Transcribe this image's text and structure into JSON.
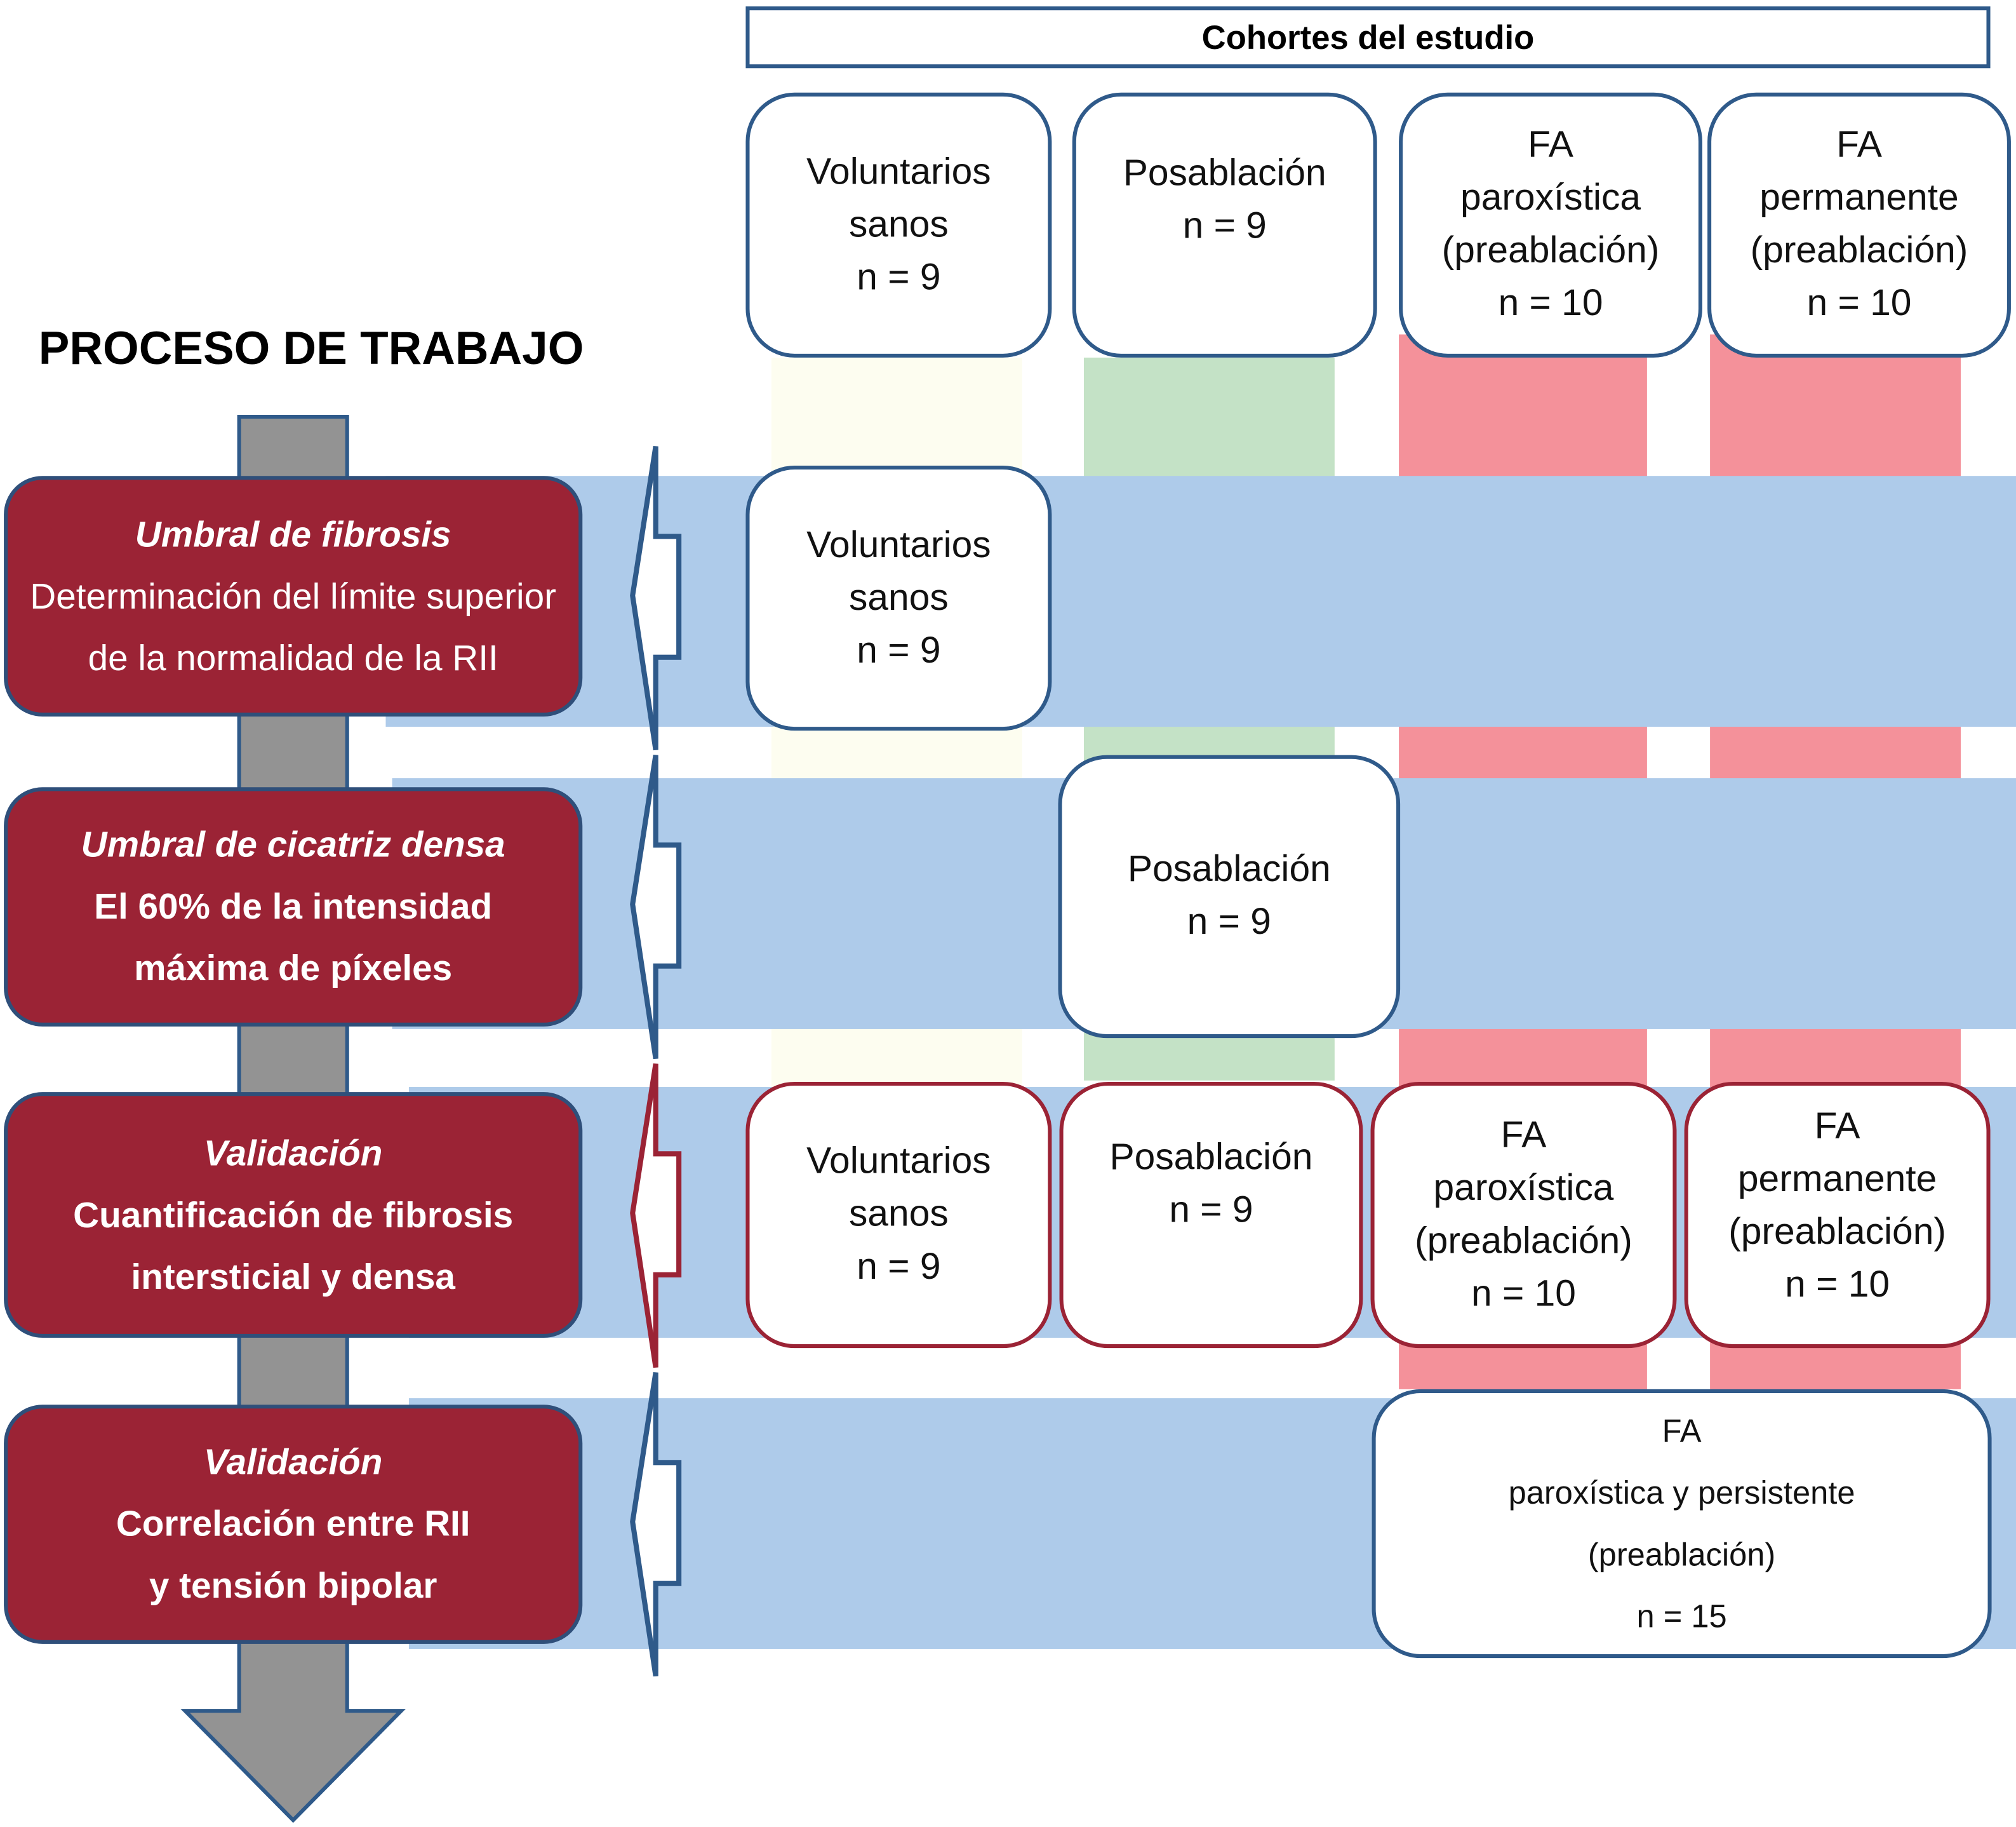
{
  "header": {
    "title": "Cohortes del estudio"
  },
  "process_title": "PROCESO DE TRABAJO",
  "cohorts": [
    {
      "lines": [
        "Voluntarios",
        "sanos",
        "n = 9"
      ]
    },
    {
      "lines": [
        "Posablación",
        "n = 9"
      ]
    },
    {
      "lines": [
        "FA",
        "paroxística",
        "(preablación)",
        "n = 10"
      ]
    },
    {
      "lines": [
        "FA",
        "permanente",
        "(preablación)",
        "n = 10"
      ]
    }
  ],
  "steps": [
    {
      "title": "Umbral de fibrosis",
      "lines": [
        "Determinación del límite superior",
        "de la normalidad de la RII"
      ],
      "bold": false,
      "boxes": [
        {
          "lines": [
            "Voluntarios",
            "sanos",
            "n = 9"
          ]
        }
      ]
    },
    {
      "title": "Umbral de cicatriz densa",
      "lines": [
        "El 60% de la intensidad",
        "máxima de píxeles"
      ],
      "bold": true,
      "boxes": [
        {
          "lines": [
            "Posablación",
            "n = 9"
          ]
        }
      ]
    },
    {
      "title": "Validación",
      "lines": [
        "Cuantificación de fibrosis",
        "intersticial y densa"
      ],
      "bold": true,
      "boxes": [
        {
          "lines": [
            "Voluntarios",
            "sanos",
            "n = 9"
          ]
        },
        {
          "lines": [
            "Posablación",
            "n = 9"
          ]
        },
        {
          "lines": [
            "FA",
            "paroxística",
            "(preablación)",
            "n = 10"
          ]
        },
        {
          "lines": [
            "FA",
            "permanente",
            "(preablación)",
            "n = 10"
          ]
        }
      ]
    },
    {
      "title": "Validación",
      "lines": [
        "Correlación entre RII",
        "y tensión bipolar"
      ],
      "bold": true,
      "boxes": [
        {
          "lines": [
            "FA",
            "paroxística y persistente",
            "(preablación)",
            "n = 15"
          ]
        }
      ]
    }
  ],
  "colors": {
    "band": "#aecbea",
    "step": "#9b2335",
    "border": "#2f5a8a",
    "healthy": "#fdfdf0",
    "postablation": "#c4e2c6",
    "af": "#f4919a",
    "arrow": "#939393"
  }
}
